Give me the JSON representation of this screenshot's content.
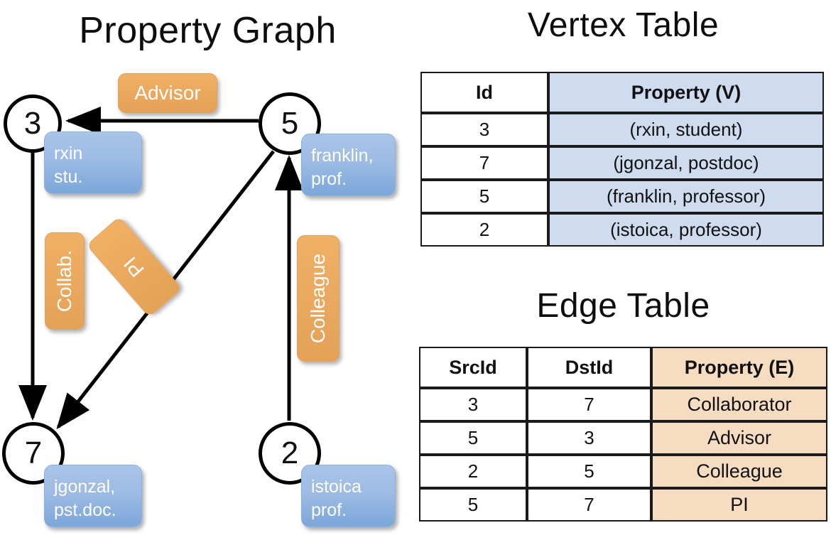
{
  "titles": {
    "property_graph": "Property Graph",
    "vertex_table": "Vertex Table",
    "edge_table": "Edge Table"
  },
  "graph": {
    "nodes": [
      {
        "id": "3",
        "label": "3",
        "property": "rxin\nstu."
      },
      {
        "id": "5",
        "label": "5",
        "property": "franklin,\nprof."
      },
      {
        "id": "7",
        "label": "7",
        "property": "jgonzal,\npst.doc."
      },
      {
        "id": "2",
        "label": "2",
        "property": "istoica\nprof."
      }
    ],
    "node_properties": {
      "rxin_line1": "rxin",
      "rxin_line2": "stu.",
      "franklin_line1": "franklin,",
      "franklin_line2": "prof.",
      "jgonzal_line1": "jgonzal,",
      "jgonzal_line2": "pst.doc.",
      "istoica_line1": "istoica",
      "istoica_line2": "prof."
    },
    "edge_labels": {
      "advisor": "Advisor",
      "collab": "Collab.",
      "pi": "PI",
      "colleague": "Colleague"
    },
    "edges": [
      {
        "from": "5",
        "to": "3",
        "label": "Advisor"
      },
      {
        "from": "3",
        "to": "7",
        "label": "Collab."
      },
      {
        "from": "5",
        "to": "7",
        "label": "PI"
      },
      {
        "from": "2",
        "to": "5",
        "label": "Colleague"
      }
    ]
  },
  "vertex_table": {
    "headers": [
      "Id",
      "Property (V)"
    ],
    "rows": [
      {
        "id": "3",
        "property": "(rxin, student)"
      },
      {
        "id": "7",
        "property": "(jgonzal, postdoc)"
      },
      {
        "id": "5",
        "property": "(franklin, professor)"
      },
      {
        "id": "2",
        "property": "(istoica, professor)"
      }
    ]
  },
  "edge_table": {
    "headers": [
      "SrcId",
      "DstId",
      "Property (E)"
    ],
    "rows": [
      {
        "src": "3",
        "dst": "7",
        "property": "Collaborator"
      },
      {
        "src": "5",
        "dst": "3",
        "property": "Advisor"
      },
      {
        "src": "2",
        "dst": "5",
        "property": "Colleague"
      },
      {
        "src": "5",
        "dst": "7",
        "property": "PI"
      }
    ]
  },
  "colors": {
    "vertex_fill": "#cfdcf0",
    "edge_fill": "#f6dcc1",
    "node_property_box": "#9dbbe4",
    "edge_label_box": "#eaa95f",
    "stroke": "#000000",
    "background": "#ffffff"
  }
}
